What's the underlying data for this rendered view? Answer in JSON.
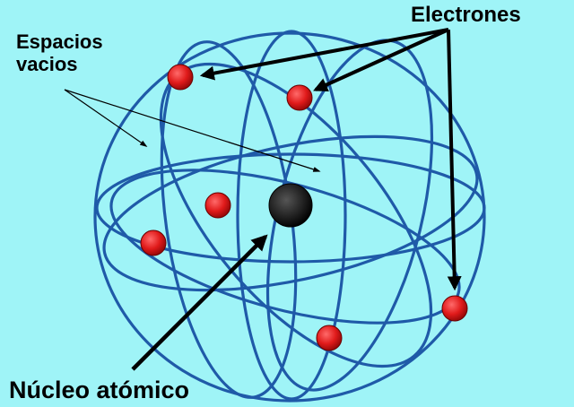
{
  "labels": {
    "electrones": "Electrones",
    "espacios_line1": "Espacios",
    "espacios_line2": "vacios",
    "nucleo": "Núcleo atómico"
  },
  "colors": {
    "background": "#9ff4f7",
    "orbit": "#1f5aa8",
    "electron": "#e01a1a",
    "nucleus": "#111111",
    "arrow": "#000000"
  }
}
